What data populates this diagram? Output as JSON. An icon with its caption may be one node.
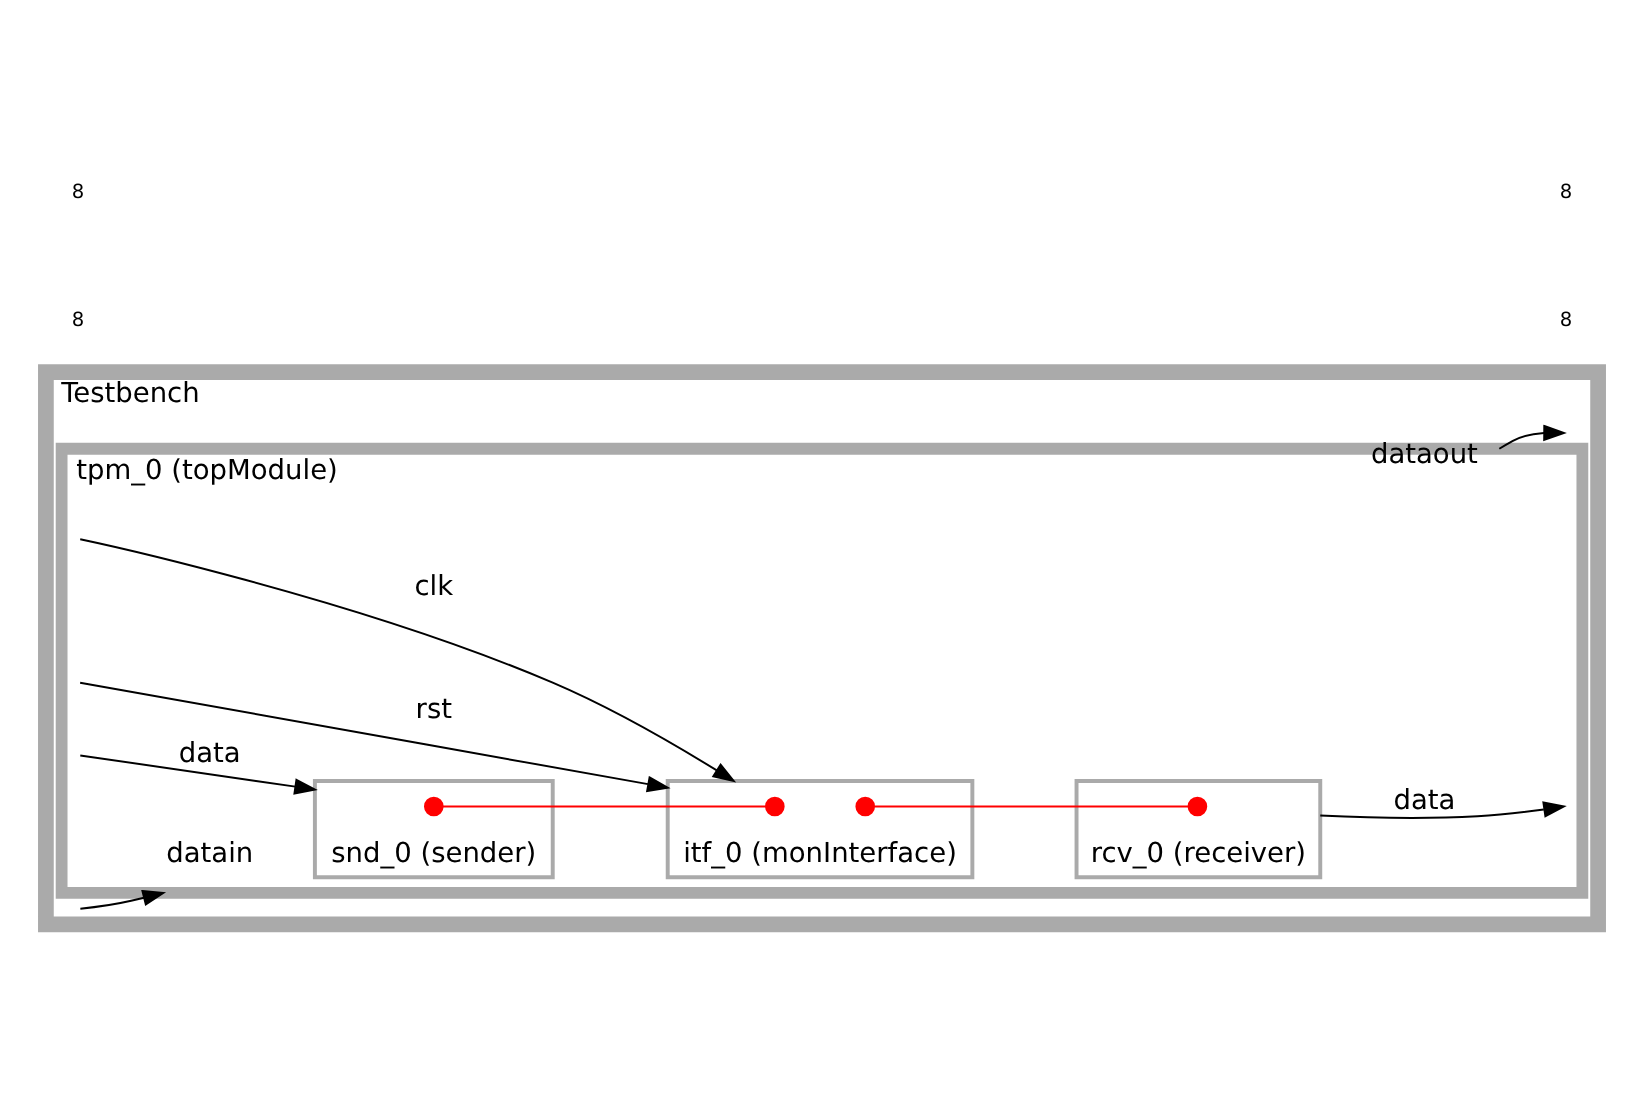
{
  "diagram": {
    "nodes": [
      {
        "text": [
          "Testbench"
        ]
      },
      {
        "text": [
          "tpm_0 (topModule)"
        ],
        "in": 0
      },
      {
        "text": [
          "snd_0 (sender)"
        ],
        "in": 1
      },
      {
        "text": [
          "itf_0 (monInterface)"
        ],
        "in": 1
      },
      {
        "text": [
          "rcv_0 (receiver)"
        ],
        "in": 1
      },
      {
        "text": [],
        "shape": "circle",
        "in": 2
      },
      {
        "text": [],
        "shape": "circle",
        "in": 3
      },
      {
        "text": [],
        "shape": "circle",
        "in": 3
      },
      {
        "text": [],
        "shape": "circle",
        "in": 4
      }
    ],
    "edges": [
      {
        "from": null,
        "to": 3,
        "arrow": "to",
        "label": "clk"
      },
      {
        "from": null,
        "to": 3,
        "arrow": "to",
        "label": "rst"
      },
      {
        "from": null,
        "to": 1,
        "arrow": "to",
        "label": "datain"
      },
      {
        "from": null,
        "to": 2,
        "arrow": "to",
        "label": "data"
      },
      {
        "from": 4,
        "to": null,
        "arrow": "to",
        "label": "data"
      },
      {
        "from": 1,
        "to": null,
        "arrow": "to",
        "label": "dataout"
      },
      {
        "from": 5,
        "to": 6,
        "arrow": "none",
        "color": "#ff0000"
      },
      {
        "from": 7,
        "to": 8,
        "arrow": "none",
        "color": "#ff0000"
      }
    ],
    "labels": [
      "8",
      "8",
      "8",
      "8"
    ]
  }
}
